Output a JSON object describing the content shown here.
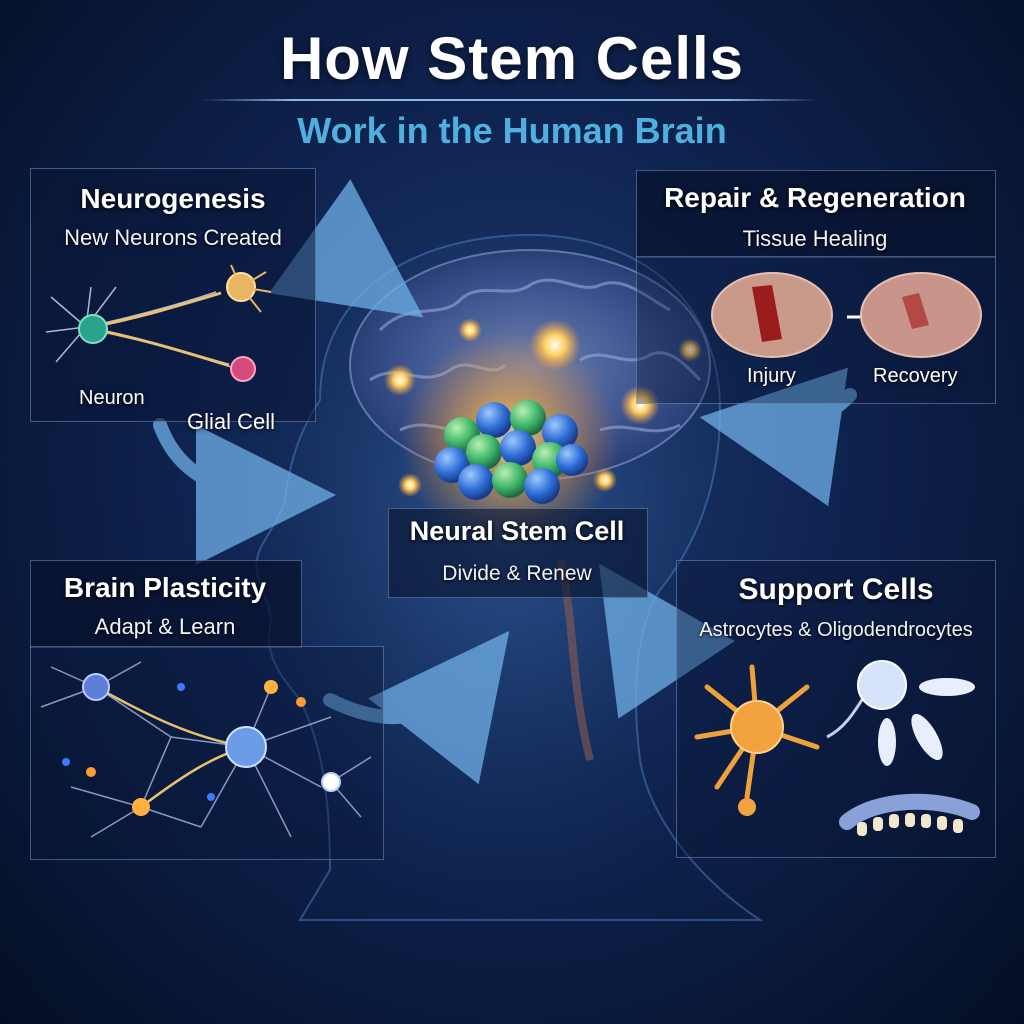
{
  "header": {
    "title": "How Stem Cells",
    "subtitle": "Work in the Human Brain"
  },
  "panels": {
    "neurogenesis": {
      "title": "Neurogenesis",
      "subtitle": "New Neurons Created",
      "labels": [
        "Neuron",
        "Glial Cell"
      ]
    },
    "repair": {
      "title": "Repair & Regeneration",
      "subtitle": "Tissue Healing",
      "labels": [
        "Injury",
        "Recovery"
      ]
    },
    "plasticity": {
      "title": "Brain Plasticity",
      "subtitle": "Adapt & Learn"
    },
    "support": {
      "title": "Support Cells",
      "subtitle": "Astrocytes & Oligodendrocytes"
    }
  },
  "center": {
    "title": "Neural Stem Cell",
    "subtitle": "Divide & Renew"
  },
  "colors": {
    "accent": "#4fb0e0",
    "background": "#0f2350",
    "glow": "#ffb340",
    "stem_blue": "#2f6fd6",
    "stem_green": "#3fb66a"
  }
}
